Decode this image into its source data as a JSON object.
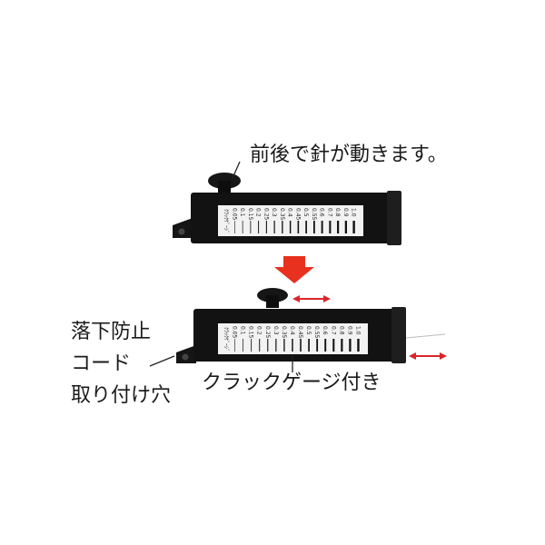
{
  "callouts": {
    "needle_moves": "前後で針が動きます。",
    "strap_hole_line1": "落下防止",
    "strap_hole_line2": "コード",
    "strap_hole_line3": "取り付け穴",
    "crack_gauge": "クラックゲージ付き"
  },
  "gauge": {
    "brand_label": "ｸﾗｯｸｹﾞｰｼﾞ",
    "scale_labels": [
      "0.05",
      "0.1",
      "0.15",
      "0.2",
      "0.25",
      "0.3",
      "0.35",
      "0.4",
      "0.45",
      "0.5",
      "0.55",
      "0.6",
      "0.7",
      "0.8",
      "0.9",
      "1.0"
    ]
  },
  "colors": {
    "body": "#111111",
    "scale_bg": "#f2f2f2",
    "arrow_red": "#e8311e",
    "motion_arrow": "#d7262b"
  }
}
